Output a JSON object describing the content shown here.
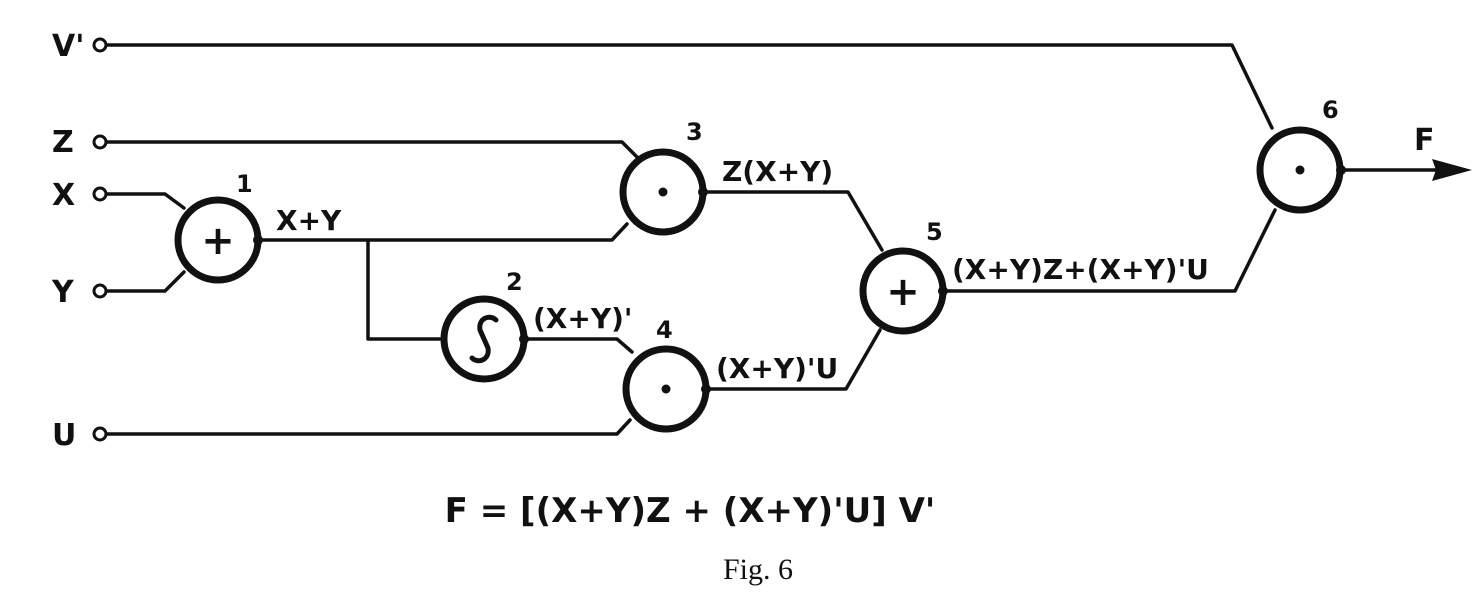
{
  "inputs": {
    "v": "V'",
    "z": "Z",
    "x": "X",
    "y": "Y",
    "u": "U"
  },
  "nodes": [
    {
      "number": "1",
      "symbol": "+",
      "output": "X+Y"
    },
    {
      "number": "2",
      "symbol": "∫",
      "output": "(X+Y)'"
    },
    {
      "number": "3",
      "symbol": "·",
      "output": "Z(X+Y)"
    },
    {
      "number": "4",
      "symbol": "·",
      "output": "(X+Y)'U"
    },
    {
      "number": "5",
      "symbol": "+",
      "output": "(X+Y)Z+(X+Y)'U"
    },
    {
      "number": "6",
      "symbol": "·",
      "output": "F"
    }
  ],
  "formula": "F = [(X+Y)Z + (X+Y)'U] V'",
  "caption": "Fig. 6"
}
